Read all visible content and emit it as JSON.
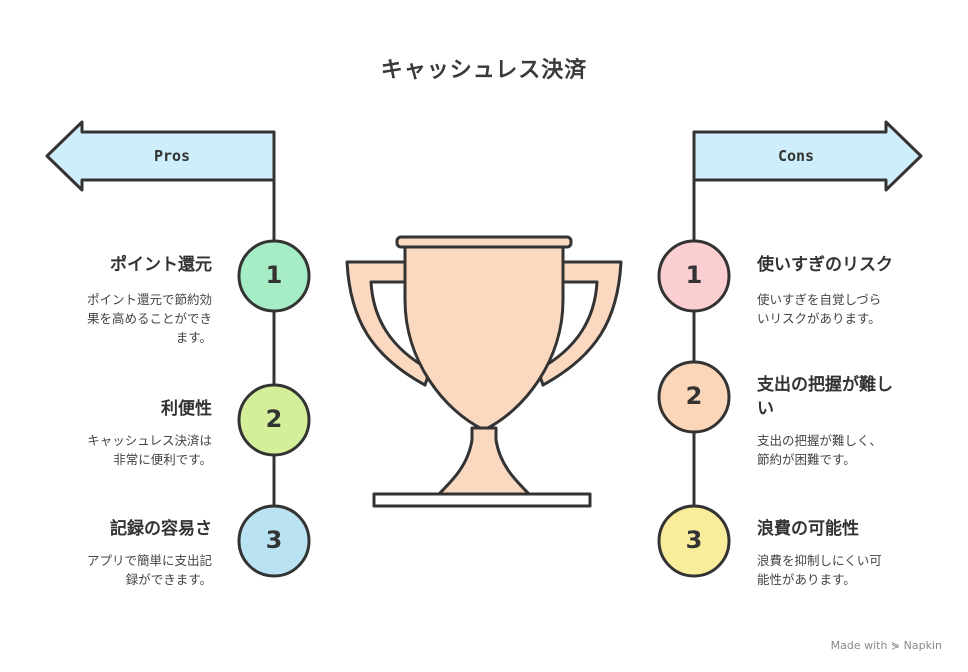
{
  "title": "キャッシュレス決済",
  "pros": {
    "label": "Pros",
    "items": [
      {
        "number": "1",
        "heading": "ポイント還元",
        "desc_lines": [
          "ポイント還元で節約効",
          "果を高めることができ",
          "ます。"
        ],
        "color": "#a6ecc4"
      },
      {
        "number": "2",
        "heading": "利便性",
        "desc_lines": [
          "キャッシュレス決済は",
          "非常に便利です。"
        ],
        "color": "#d3ef9a"
      },
      {
        "number": "3",
        "heading": "記録の容易さ",
        "desc_lines": [
          "アプリで簡単に支出記",
          "録ができます。"
        ],
        "color": "#b9e3f3"
      }
    ]
  },
  "cons": {
    "label": "Cons",
    "items": [
      {
        "number": "1",
        "heading_lines": [
          "使いすぎのリスク"
        ],
        "desc_lines": [
          "使いすぎを自覚しづら",
          "いリスクがあります。"
        ],
        "color": "#fbcfd1"
      },
      {
        "number": "2",
        "heading_lines": [
          "支出の把握が難し",
          "い"
        ],
        "desc_lines": [
          "支出の把握が難しく、",
          "節約が困難です。"
        ],
        "color": "#fbd6b8"
      },
      {
        "number": "3",
        "heading_lines": [
          "浪費の可能性"
        ],
        "desc_lines": [
          "浪費を抑制しにくい可",
          "能性があります。"
        ],
        "color": "#f9ec9b"
      }
    ]
  },
  "footer": "Made with ⋟ Napkin",
  "colors": {
    "arrow_fill": "#cdeefa",
    "trophy_fill": "#fbd9c0",
    "stroke": "#333333"
  }
}
